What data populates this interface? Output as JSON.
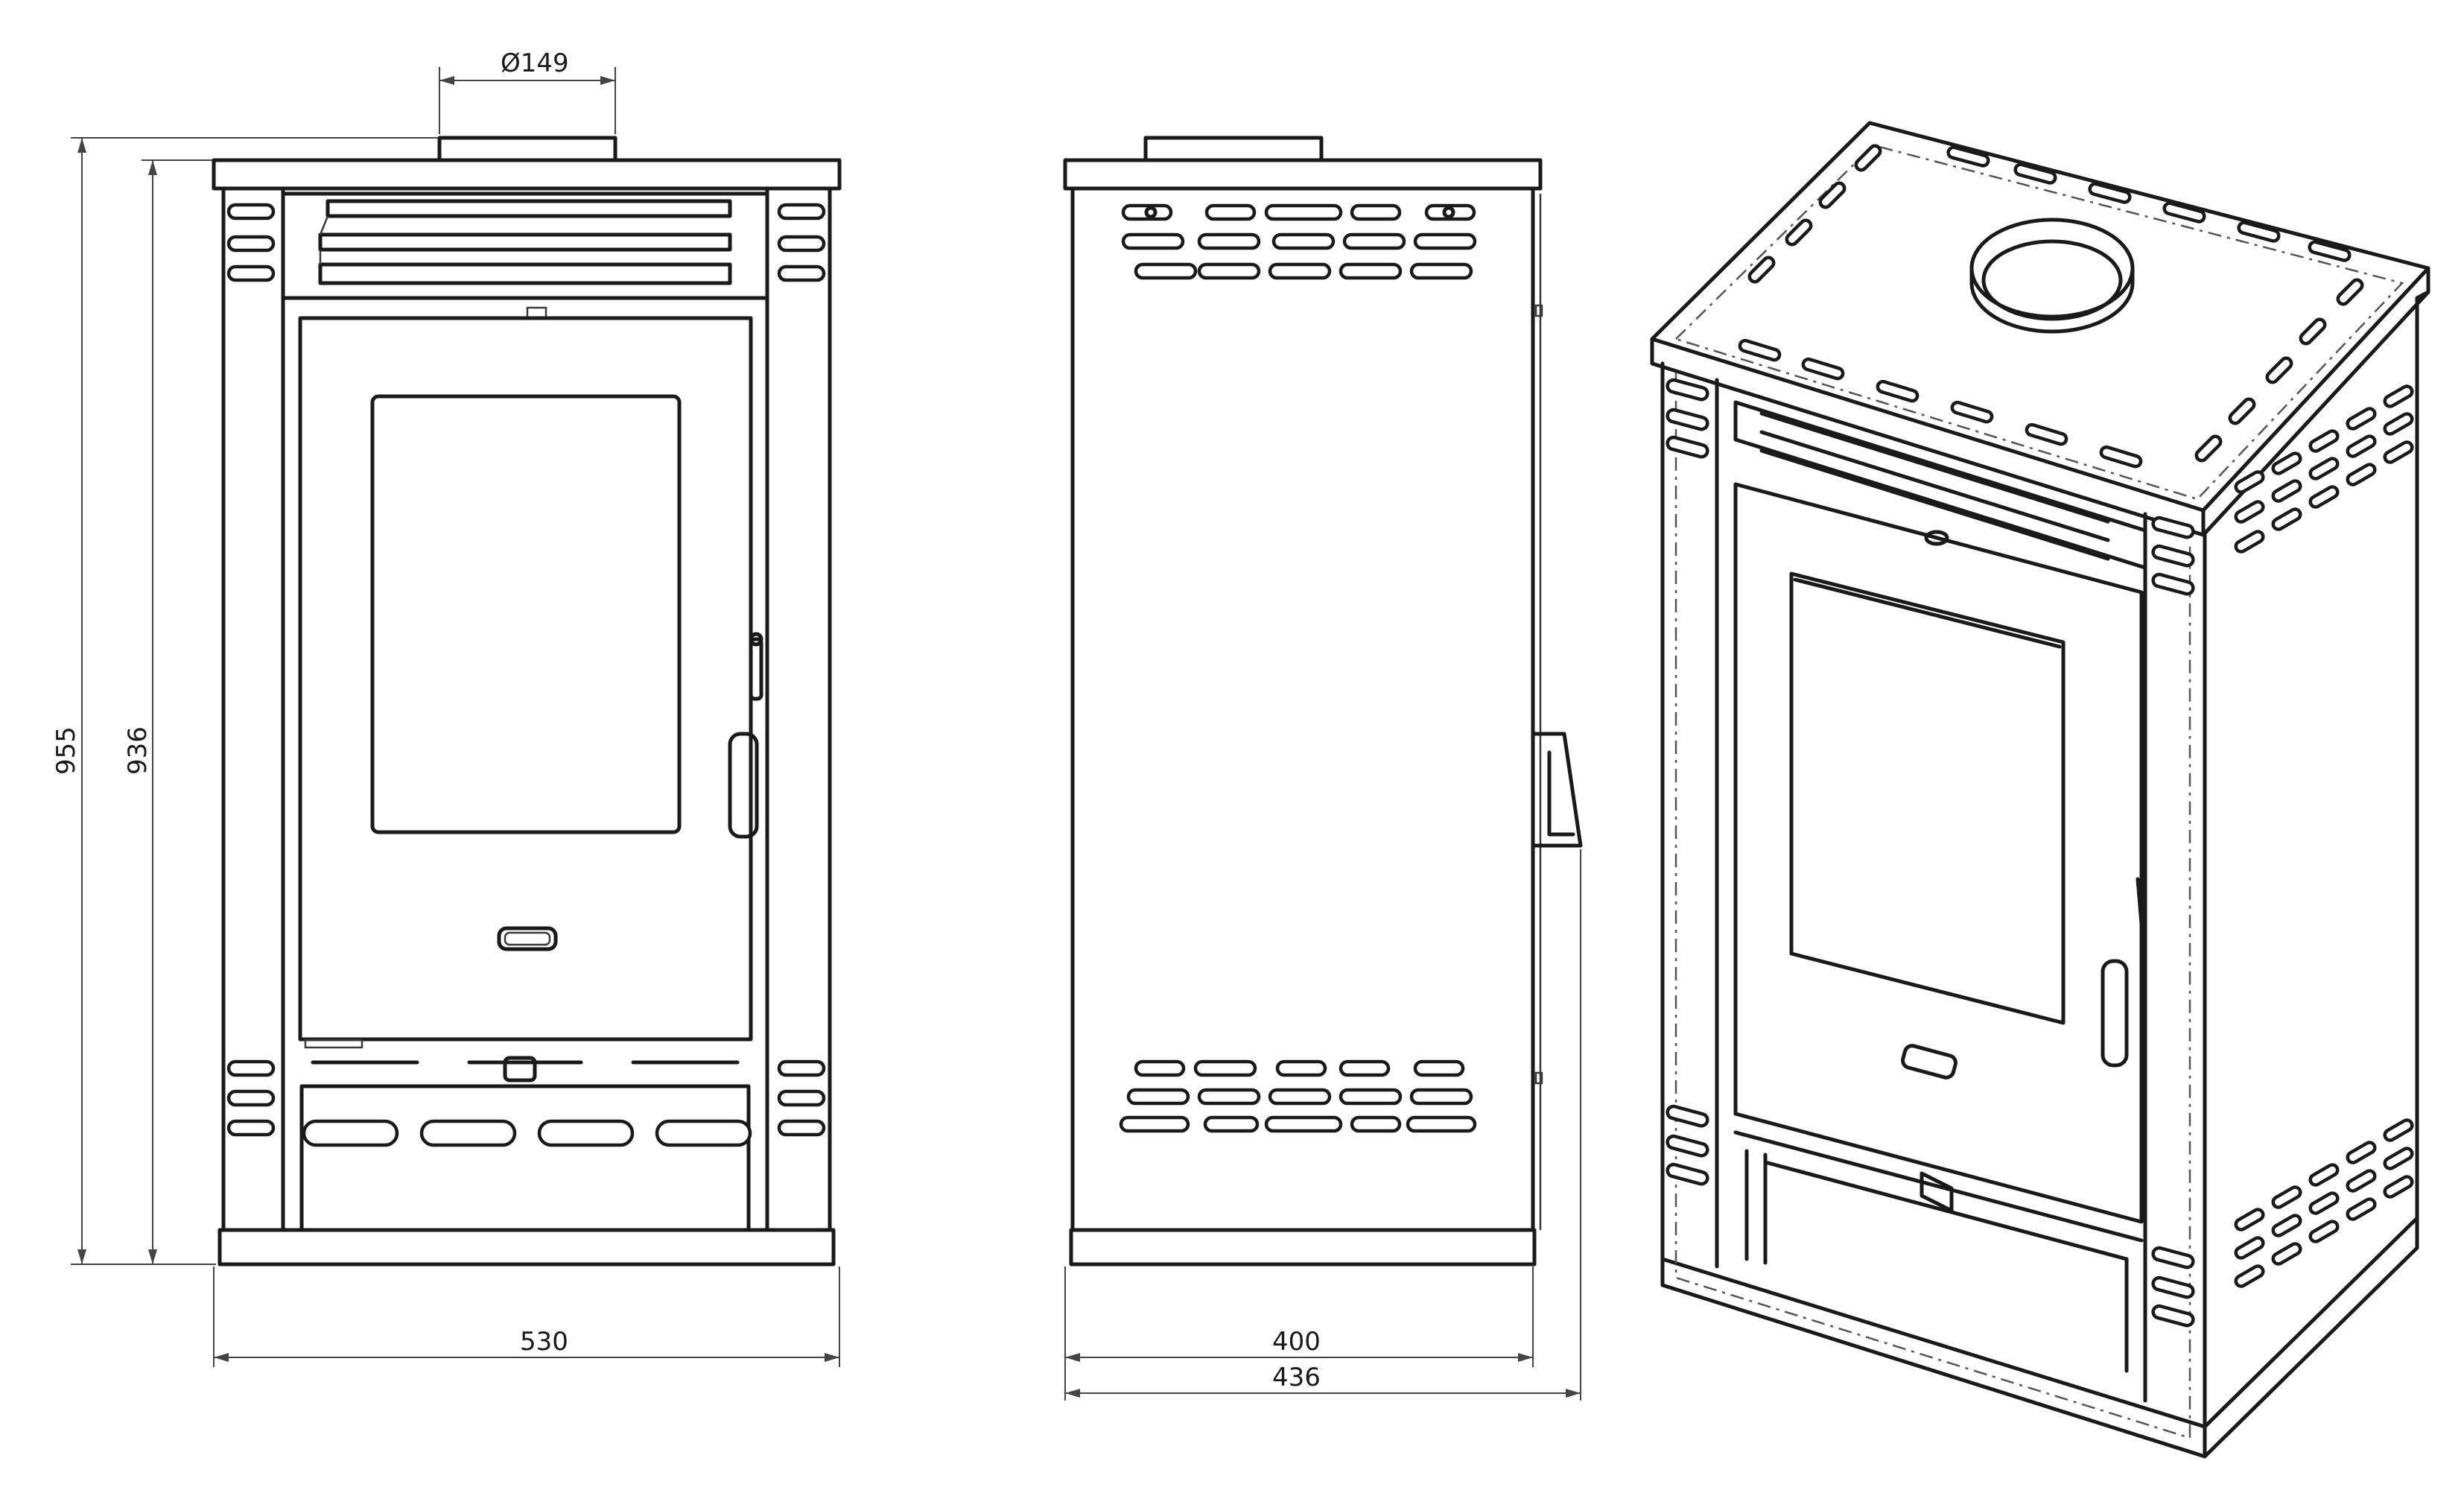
{
  "dimensions": {
    "flue_diameter": "Ø149",
    "total_height": "955",
    "body_height": "936",
    "front_width": "530",
    "side_depth_body": "400",
    "side_depth_total": "436"
  },
  "views": [
    "front-view",
    "side-view",
    "isometric-view"
  ],
  "colors": {
    "line": "#1a1a1a",
    "background": "#ffffff"
  }
}
